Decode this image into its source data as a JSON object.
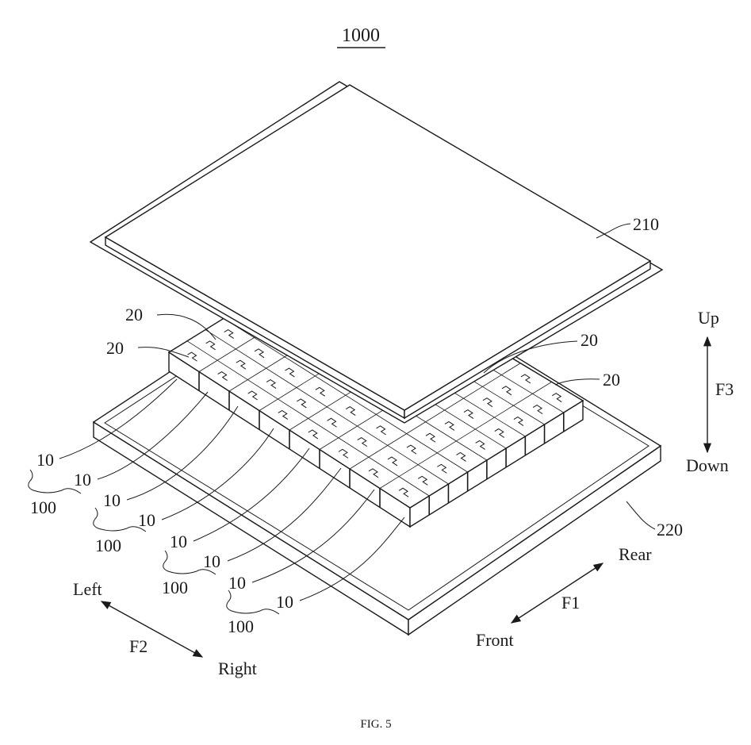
{
  "figure": {
    "number_label": "1000",
    "caption": "FIG. 5"
  },
  "components": {
    "lid": "210",
    "tray": "220",
    "cell_label": "10",
    "connector_label": "20",
    "group_label": "100"
  },
  "directions": {
    "up": "Up",
    "down": "Down",
    "f3": "F3",
    "rear": "Rear",
    "front": "Front",
    "f1": "F1",
    "left": "Left",
    "right": "Right",
    "f2": "F2"
  }
}
